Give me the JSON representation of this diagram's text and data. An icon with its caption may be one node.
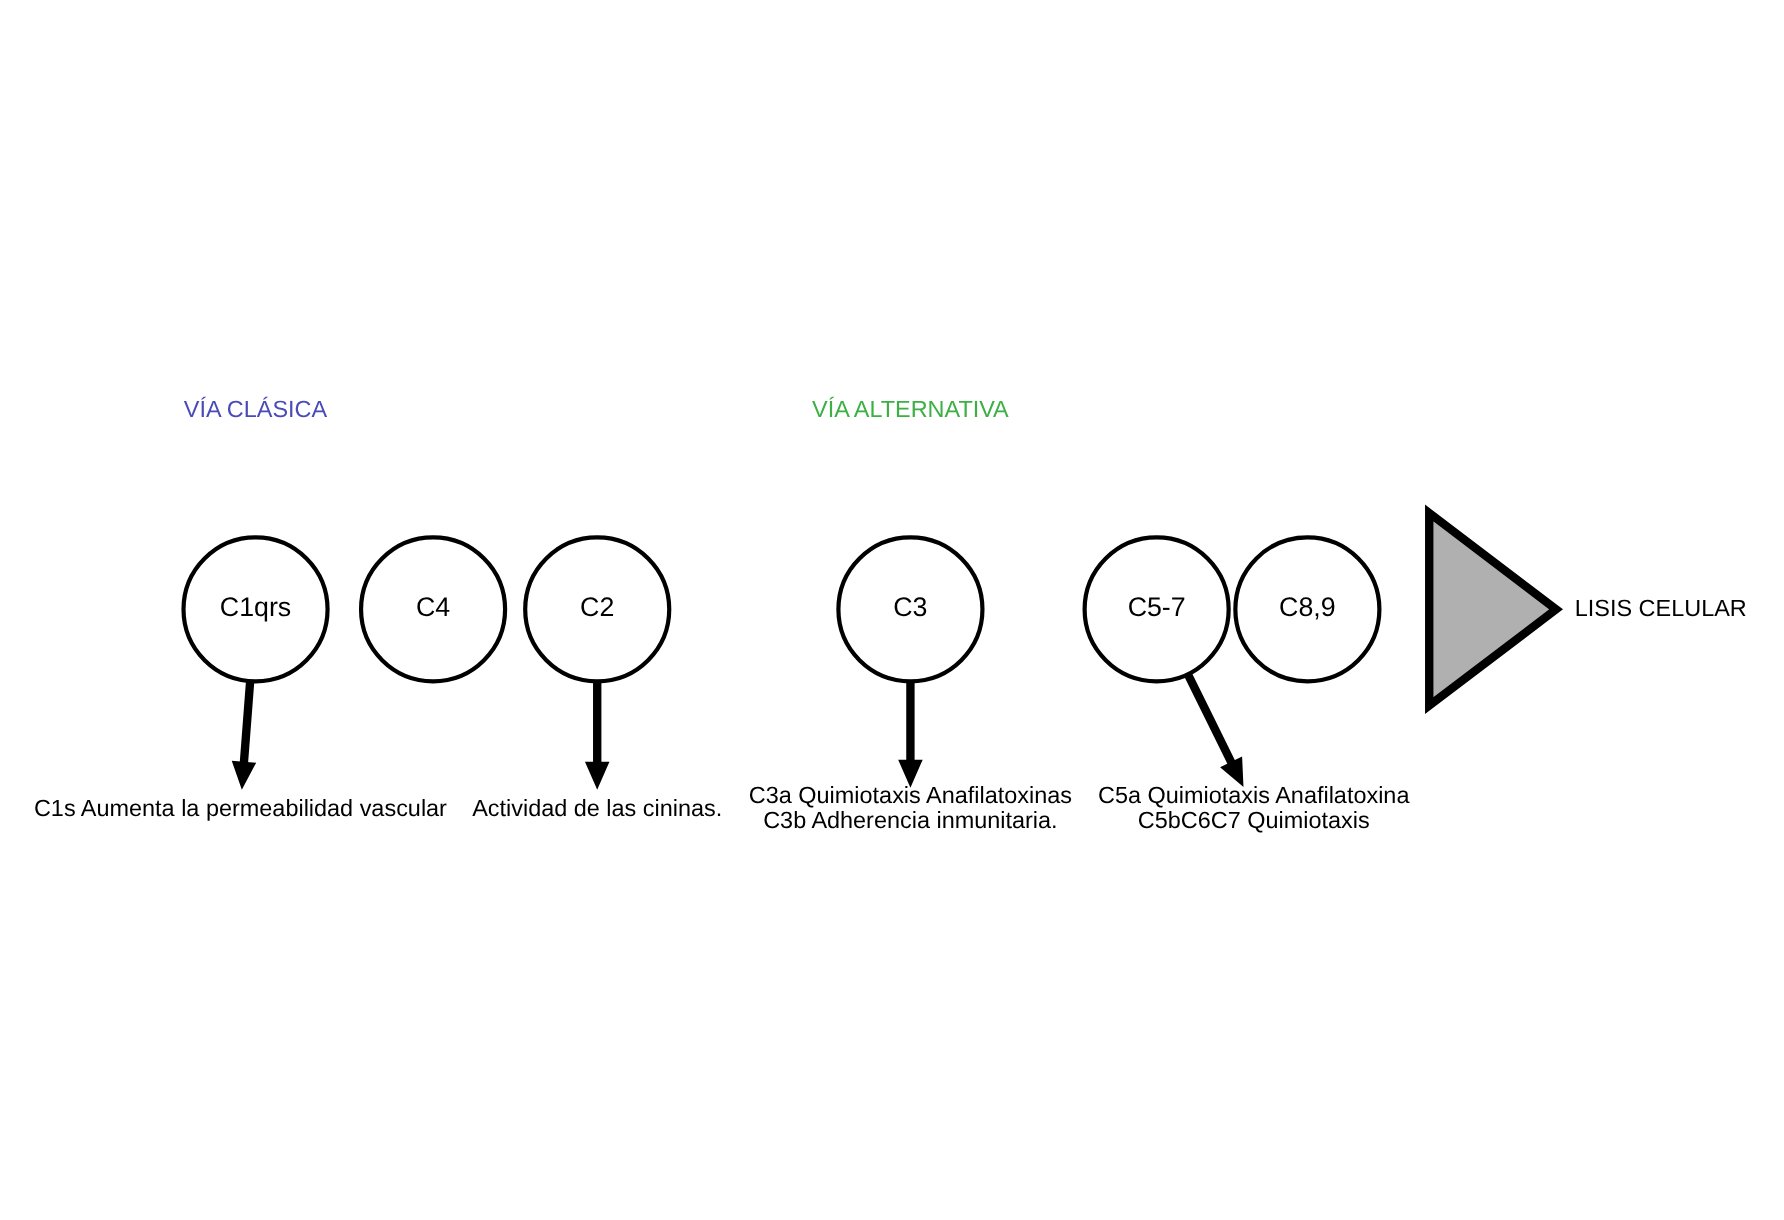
{
  "diagram": {
    "nodes": [
      {
        "text": [
          "C1qrs"
        ]
      },
      {
        "text": [
          "C4"
        ]
      },
      {
        "text": [
          "C2"
        ]
      },
      {
        "text": [
          "C3"
        ]
      },
      {
        "text": [
          "C5-7"
        ]
      },
      {
        "text": [
          "C8,9"
        ]
      },
      {
        "text": [],
        "shape": "triangle",
        "beside": [
          "LISIS CELULAR"
        ]
      },
      {
        "text": [
          "C1s Aumenta la permeabilidad vascular"
        ]
      },
      {
        "text": [
          "Actividad de las cininas."
        ]
      },
      {
        "text": [
          "C3a Quimiotaxis Anafilatoxinas",
          "C3b Adherencia inmunitaria."
        ]
      },
      {
        "text": [
          "C5a Quimiotaxis Anafilatoxina",
          "C5bC6C7 Quimiotaxis"
        ]
      }
    ],
    "edges": [
      {
        "from": 0,
        "to": 7,
        "arrow": "to"
      },
      {
        "from": 2,
        "to": 8,
        "arrow": "to"
      },
      {
        "from": 3,
        "to": 9,
        "arrow": "to"
      },
      {
        "from": 4,
        "to": 10,
        "arrow": "to"
      }
    ],
    "labels": [
      "VÍA CLÁSICA",
      "VÍA ALTERNATIVA"
    ]
  }
}
